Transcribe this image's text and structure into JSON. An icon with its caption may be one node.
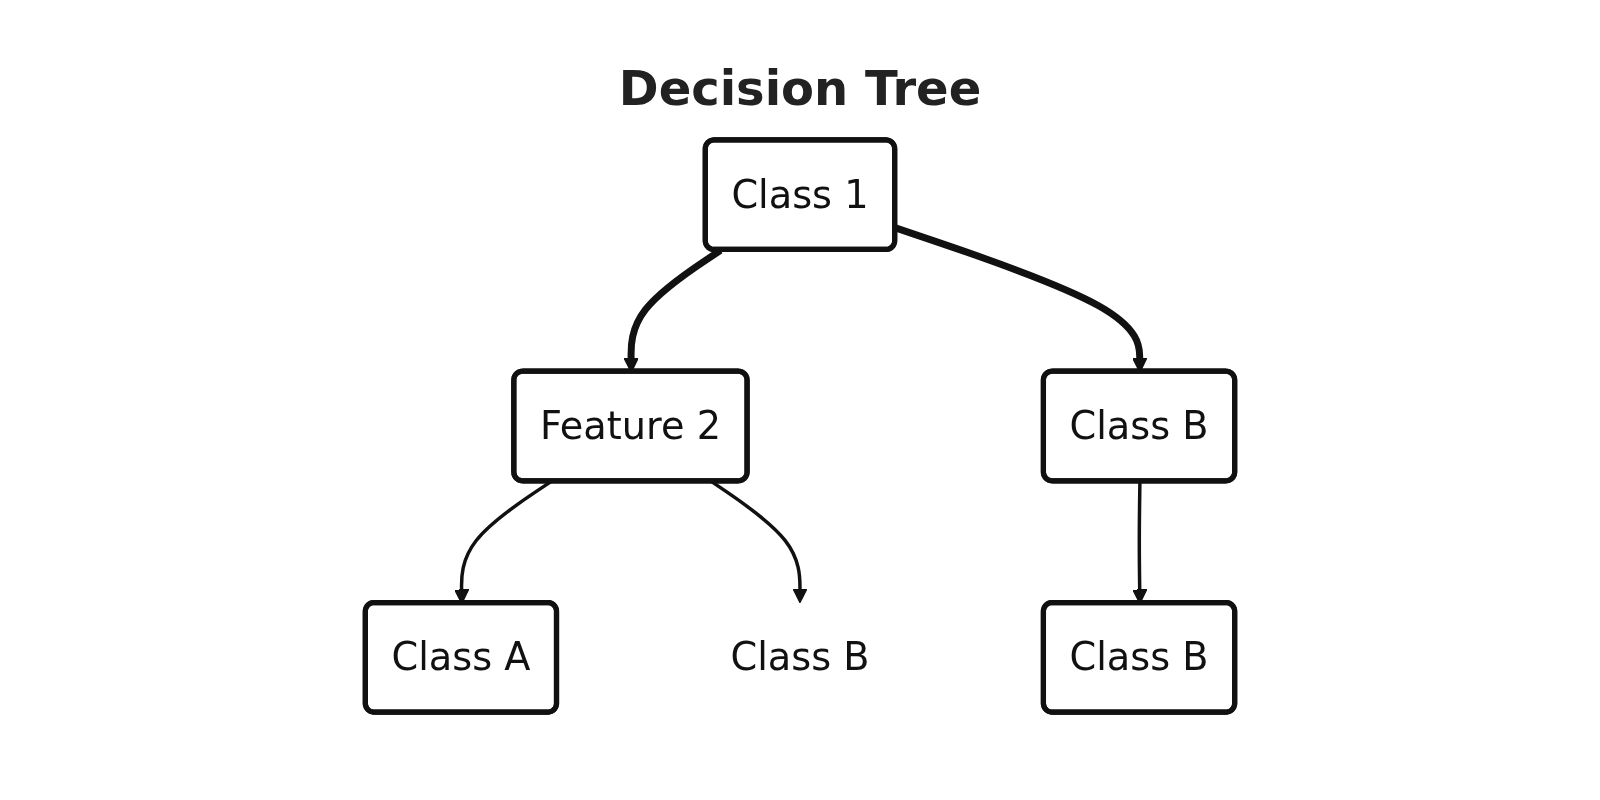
{
  "diagram": {
    "title": "Decision Tree",
    "nodes": [
      {
        "text": [
          "Class 1"
        ]
      },
      {
        "text": [
          "Feature 2"
        ]
      },
      {
        "text": [
          "Class B"
        ]
      },
      {
        "text": [
          "Class A"
        ]
      },
      {
        "text": [
          "Class B"
        ]
      },
      {
        "text": [
          "Class B"
        ]
      }
    ],
    "edges": [
      {
        "from": 0,
        "to": 1,
        "arrow": "to",
        "style": "thick"
      },
      {
        "from": 0,
        "to": 2,
        "arrow": "to",
        "style": "thick"
      },
      {
        "from": 1,
        "to": 3,
        "arrow": "to"
      },
      {
        "from": 1,
        "to": 5,
        "arrow": "to"
      },
      {
        "from": 2,
        "to": 4,
        "arrow": "to"
      }
    ]
  }
}
